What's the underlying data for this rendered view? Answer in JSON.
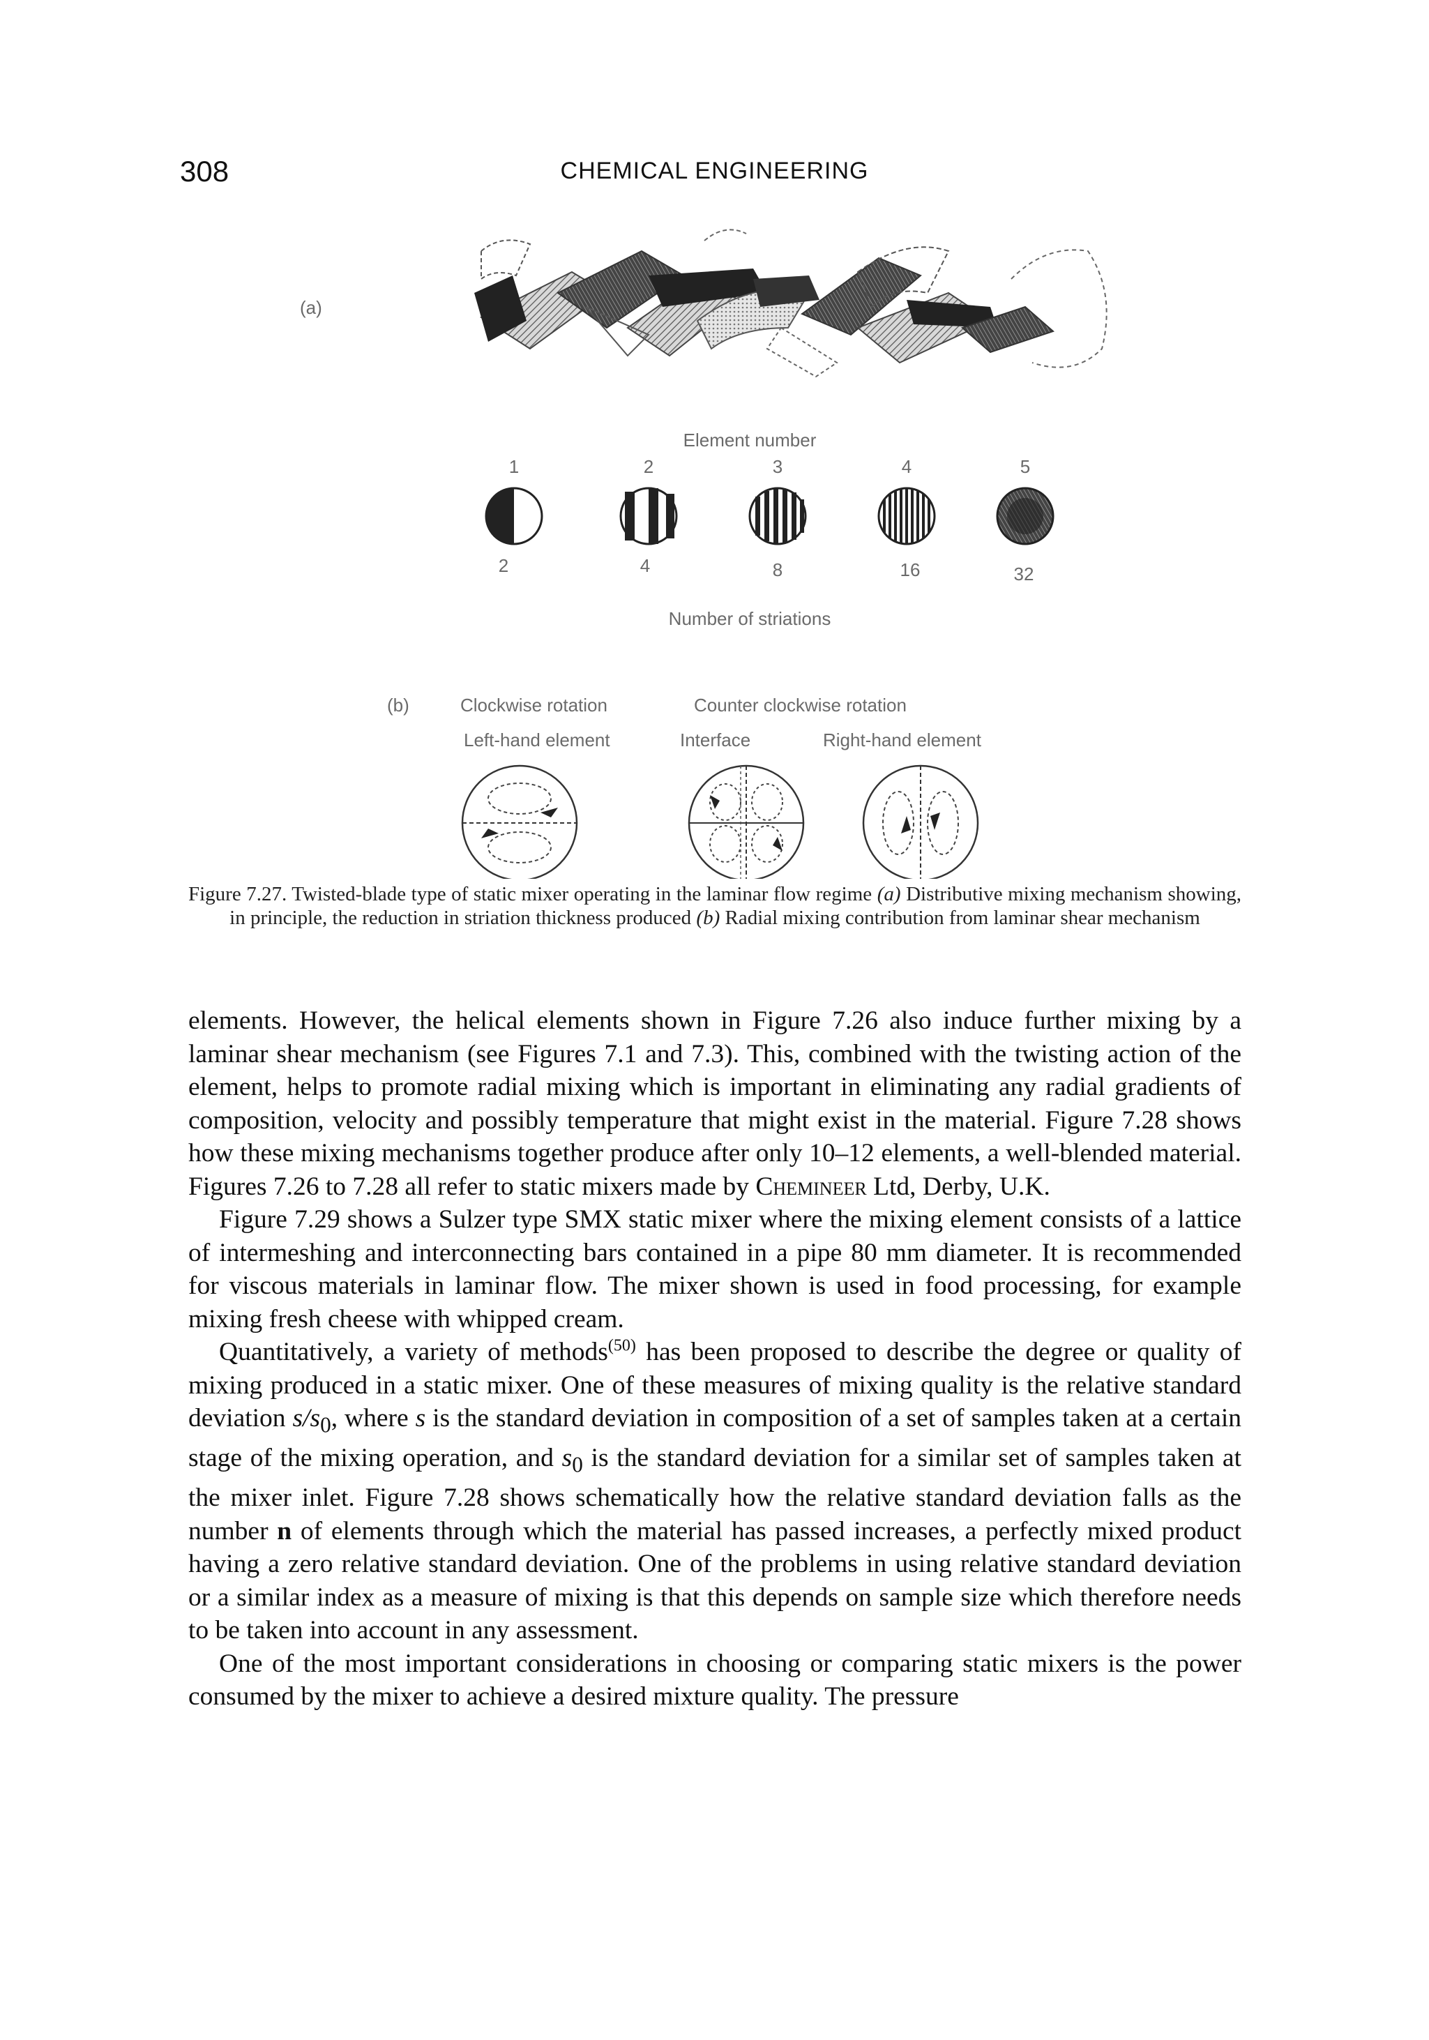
{
  "header": {
    "page_number": "308",
    "running_head": "CHEMICAL ENGINEERING"
  },
  "figure": {
    "panel_a_label": "(a)",
    "panel_b_label": "(b)",
    "element_number_heading": "Element number",
    "element_numbers": [
      "1",
      "2",
      "3",
      "4",
      "5"
    ],
    "striation_counts": [
      "2",
      "4",
      "8",
      "16",
      "32"
    ],
    "striations_heading": "Number of striations",
    "clockwise_label": "Clockwise rotation",
    "counter_clockwise_label": "Counter clockwise rotation",
    "left_hand_label": "Left-hand element",
    "interface_label": "Interface",
    "right_hand_label": "Right-hand element"
  },
  "caption": {
    "label": "Figure 7.27.",
    "text_1": "Twisted-blade type of static mixer operating in the laminar flow regime",
    "a_ref": "(a)",
    "text_2": "Distributive mixing mechanism showing, in principle, the reduction in striation thickness produced",
    "b_ref": "(b)",
    "text_3": "Radial mixing contribution from laminar shear mechanism"
  },
  "body": {
    "p1_a": "elements. However, the helical elements shown in Figure 7.26 also induce further mixing by a laminar shear mechanism (see Figures 7.1 and 7.3). This, combined with the twisting action of the element, helps to promote radial mixing which is important in eliminating any radial gradients of composition, velocity and possibly temperature that might exist in the material. Figure 7.28 shows how these mixing mechanisms together produce after only 10–12 elements, a well-blended material. Figures 7.26 to 7.28 all refer to static mixers made by",
    "p1_company": "Chemineer",
    "p1_b": "Ltd, Derby, U.K.",
    "p2": "Figure 7.29 shows a Sulzer type SMX static mixer where the mixing element consists of a lattice of intermeshing and interconnecting bars contained in a pipe 80 mm diameter. It is recommended for viscous materials in laminar flow. The mixer shown is used in food processing, for example mixing fresh cheese with whipped cream.",
    "p3_a": "Quantitatively, a variety of methods",
    "p3_ref": "(50)",
    "p3_b": "has been proposed to describe the degree or quality of mixing produced in a static mixer. One of these measures of mixing quality is the relative standard deviation",
    "p3_ratio": "s/s",
    "p3_ratio_sub": "0",
    "p3_c": ", where",
    "p3_s": "s",
    "p3_d": "is the standard deviation in composition of a set of samples taken at a certain stage of the mixing operation, and",
    "p3_s0": "s",
    "p3_s0_sub": "0",
    "p3_e": "is the standard deviation for a similar set of samples taken at the mixer inlet. Figure 7.28 shows schematically how the relative standard deviation falls as the number",
    "p3_n": "n",
    "p3_f": "of elements through which the material has passed increases, a perfectly mixed product having a zero relative standard deviation. One of the problems in using relative standard deviation or a similar index as a measure of mixing is that this depends on sample size which therefore needs to be taken into account in any assessment.",
    "p4": "One of the most important considerations in choosing or comparing static mixers is the power consumed by the mixer to achieve a desired mixture quality. The pressure"
  }
}
